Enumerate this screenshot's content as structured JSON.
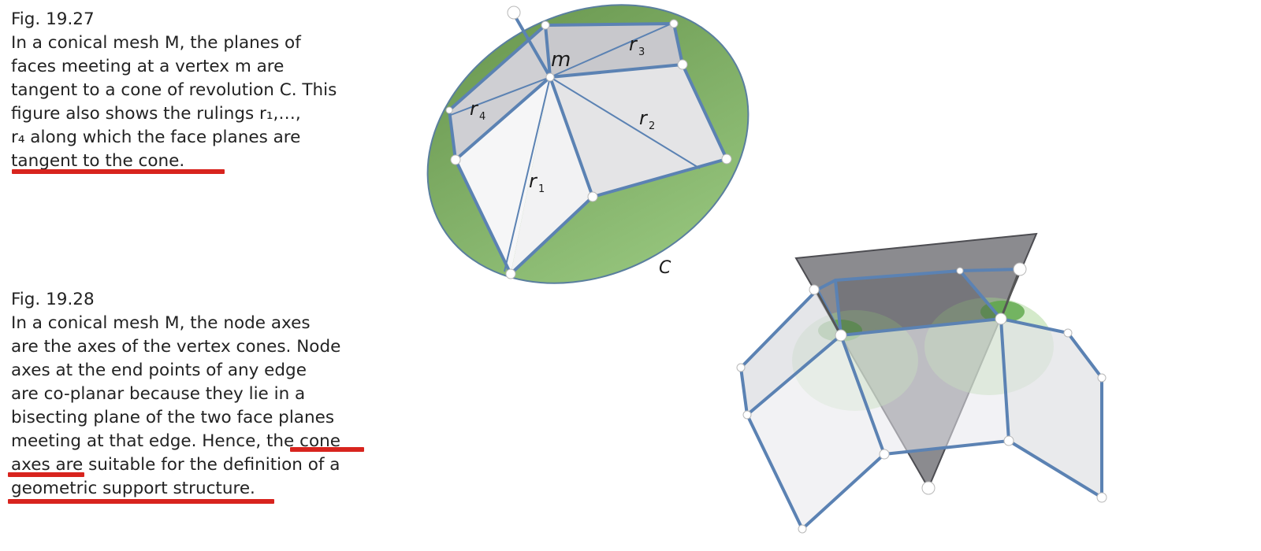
{
  "fig1": {
    "number": "Fig. 19.27",
    "lines": [
      "In a conical mesh M, the planes of",
      "faces meeting at a vertex m are",
      "tangent to a cone of revolution C. This",
      "figure also shows the rulings r₁,…,",
      "r₄ along which the face planes are",
      "tangent to the cone."
    ]
  },
  "fig2": {
    "number": "Fig. 19.28",
    "lines": [
      "In a conical mesh M, the node axes",
      "are the axes of the vertex cones. Node",
      "axes at the end points of any edge",
      "are co-planar because they lie in a",
      "bisecting plane of the two face planes",
      "meeting at that edge. Hence, the cone",
      "axes are suitable for the definition of a",
      "geometric support structure."
    ]
  },
  "labels": {
    "m": "m",
    "C": "C",
    "r_letter": "r",
    "r1_sub": "1",
    "r2_sub": "2",
    "r3_sub": "3",
    "r4_sub": "4"
  },
  "colors": {
    "highlight": "#d8241e",
    "cone_green": "#7fae63",
    "edge_blue": "#5b82b3"
  }
}
